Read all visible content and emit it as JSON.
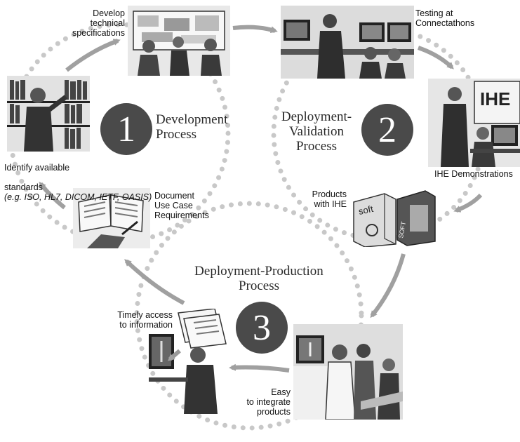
{
  "processes": [
    {
      "number": "1",
      "title": "Development\nProcess"
    },
    {
      "number": "2",
      "title": "Deployment-\nValidation\nProcess"
    },
    {
      "number": "3",
      "title": "Deployment-Production\nProcess"
    }
  ],
  "steps": {
    "develop_specs": "Develop\ntechnical\nspecifications",
    "testing": "Testing at\nConnectathons",
    "identify_standards": "Identify available",
    "identify_standards_2": "standards",
    "identify_standards_examples": "(e.g. ISO, HL7, DICOM, IETF, OASIS)",
    "ihe_demos": "IHE Demonstrations",
    "document_use_case": "Document\nUse Case\nRequirements",
    "products_ihe": "Products\nwith IHE",
    "timely_access": "Timely access\nto information",
    "easy_integrate": "Easy\nto integrate\nproducts"
  },
  "illustration_text": {
    "ihe_sign": "IHE",
    "soft_box_1": "soft",
    "soft_box_2": "SOFT"
  },
  "colors": {
    "disc": "#4a4a4a",
    "arrow": "#a0a0a0",
    "dots": "#c8c8c8"
  }
}
